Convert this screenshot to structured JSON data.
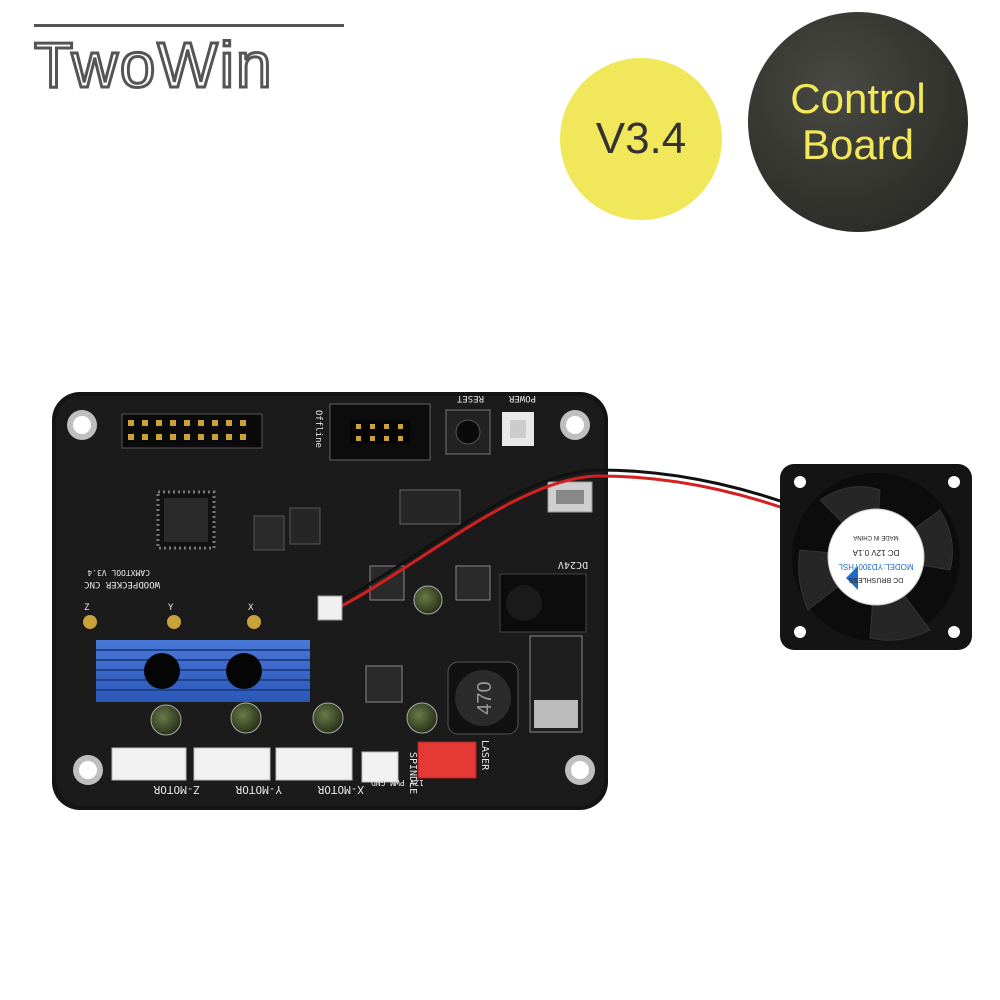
{
  "brand": {
    "logo_text": "TwoWin"
  },
  "badges": {
    "version": "V3.4",
    "product_line1": "Control",
    "product_line2": "Board",
    "version_color": "#f0e75a",
    "product_color": "#2f2f2b",
    "product_text_color": "#f3e85a"
  },
  "board": {
    "model": "WOODPECKER CNC",
    "maker": "CAMXTOOL V3.4",
    "labels": {
      "power": "POWER",
      "reset": "RESET",
      "offline": "Offline",
      "dc24v": "DC24V",
      "z_motor": "Z-MOTOR",
      "y_motor": "Y-MOTOR",
      "x_motor": "X-MOTOR",
      "spindle": "SPINDLE",
      "laser": "LASER",
      "laser_pins": "12V PWM GND",
      "inductor": "470",
      "axis_z": "Z",
      "axis_y": "Y",
      "axis_x": "X"
    }
  },
  "fan": {
    "line1": "DC BRUSHLESS",
    "line2": "MODEL:YD3007HSL",
    "line3": "DC 12V 0.1A",
    "line4": "MADE IN CHINA"
  }
}
